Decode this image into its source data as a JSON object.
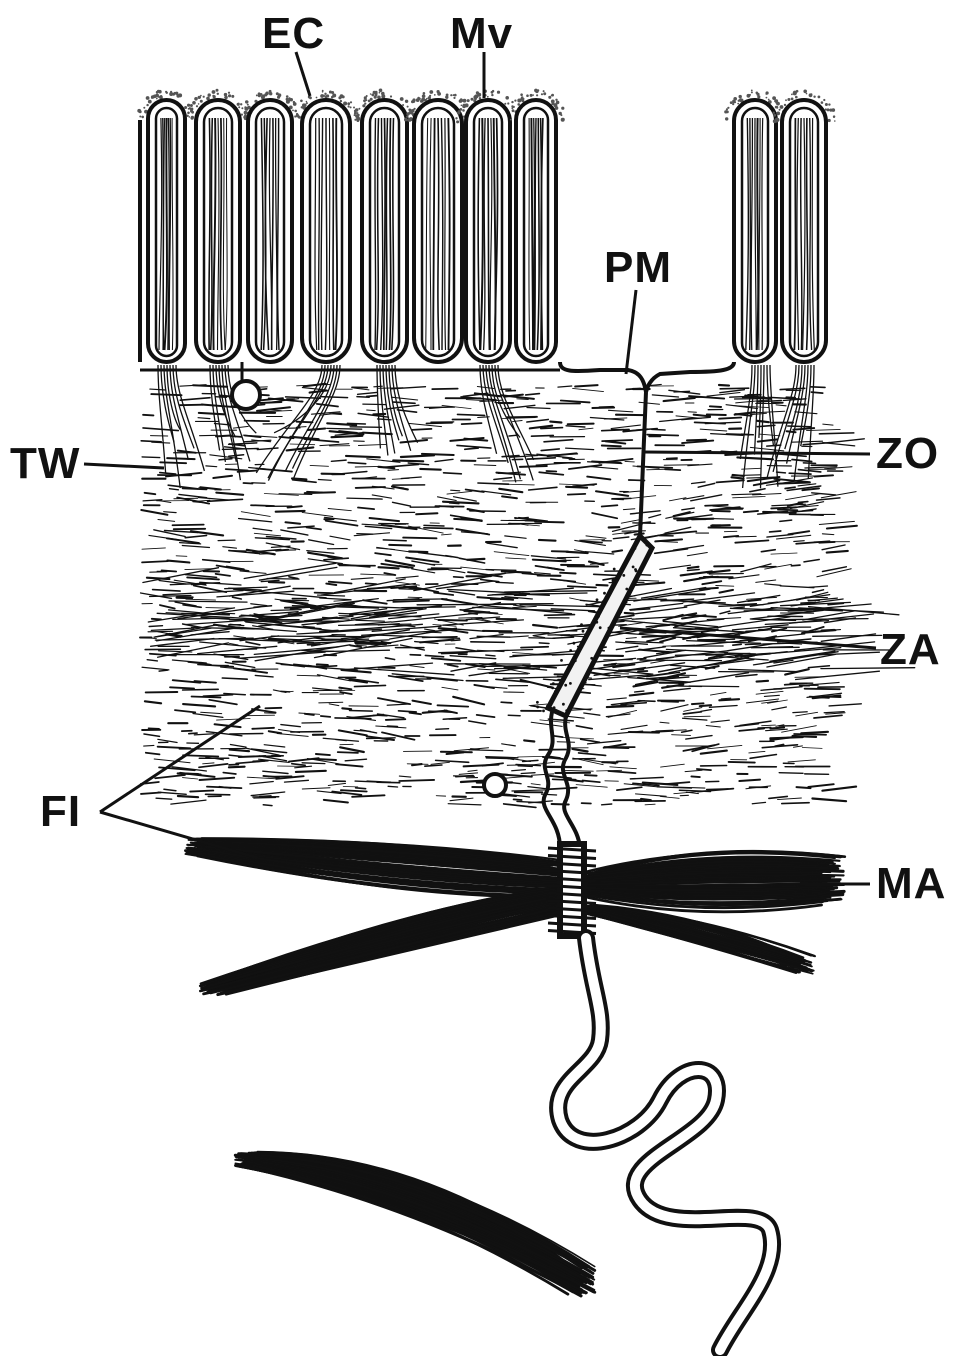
{
  "figure": {
    "labels": {
      "ec": "EC",
      "mv": "Mv",
      "pm": "PM",
      "tw": "TW",
      "zo": "ZO",
      "za": "ZA",
      "fi": "FI",
      "ma": "MA"
    }
  },
  "colors": {
    "ink": "#111111",
    "paper": "#ffffff",
    "stipple": "#555555"
  }
}
